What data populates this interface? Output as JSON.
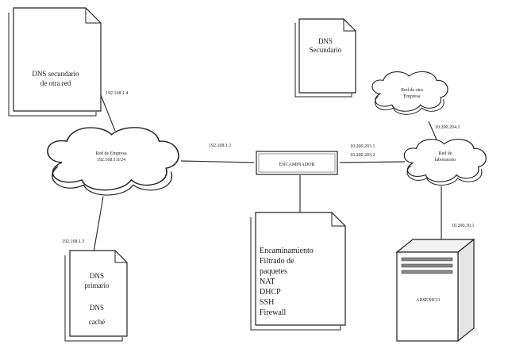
{
  "nodes": {
    "dns_secondary_other": {
      "lines": [
        "DNS secundario",
        "de otra red"
      ]
    },
    "dns_secondary_right": {
      "lines": [
        "DNS",
        "Secundario"
      ]
    },
    "cloud_other_company": {
      "lines": [
        "Red de otra",
        "Empresa"
      ]
    },
    "cloud_company": {
      "lines": [
        "Red de Empresa",
        "192.168.1.0/24"
      ]
    },
    "router": {
      "label": "ENCAMINADOR"
    },
    "cloud_lab": {
      "lines": [
        "Red de",
        "laboratorio"
      ]
    },
    "services_doc": {
      "lines": [
        "Encaminamiento",
        "Filtrado de",
        "paquetes",
        "NAT",
        "DHCP",
        "SSH",
        "Firewall"
      ]
    },
    "dns_primary": {
      "lines": [
        "DNS",
        "primario",
        "DNS",
        "caché"
      ]
    },
    "server": {
      "label": "ARSENICO"
    }
  },
  "ip_labels": {
    "dns_sec_link": "192.168.1.4",
    "router_company": "192.168.1.1",
    "router_lab_1": "10.200.203.1",
    "router_lab_2": "10.200.203.2",
    "lab_other": "10.200.204.1",
    "dns_primary_link": "192.168.1.3",
    "server_link": "10.200.30.1"
  }
}
